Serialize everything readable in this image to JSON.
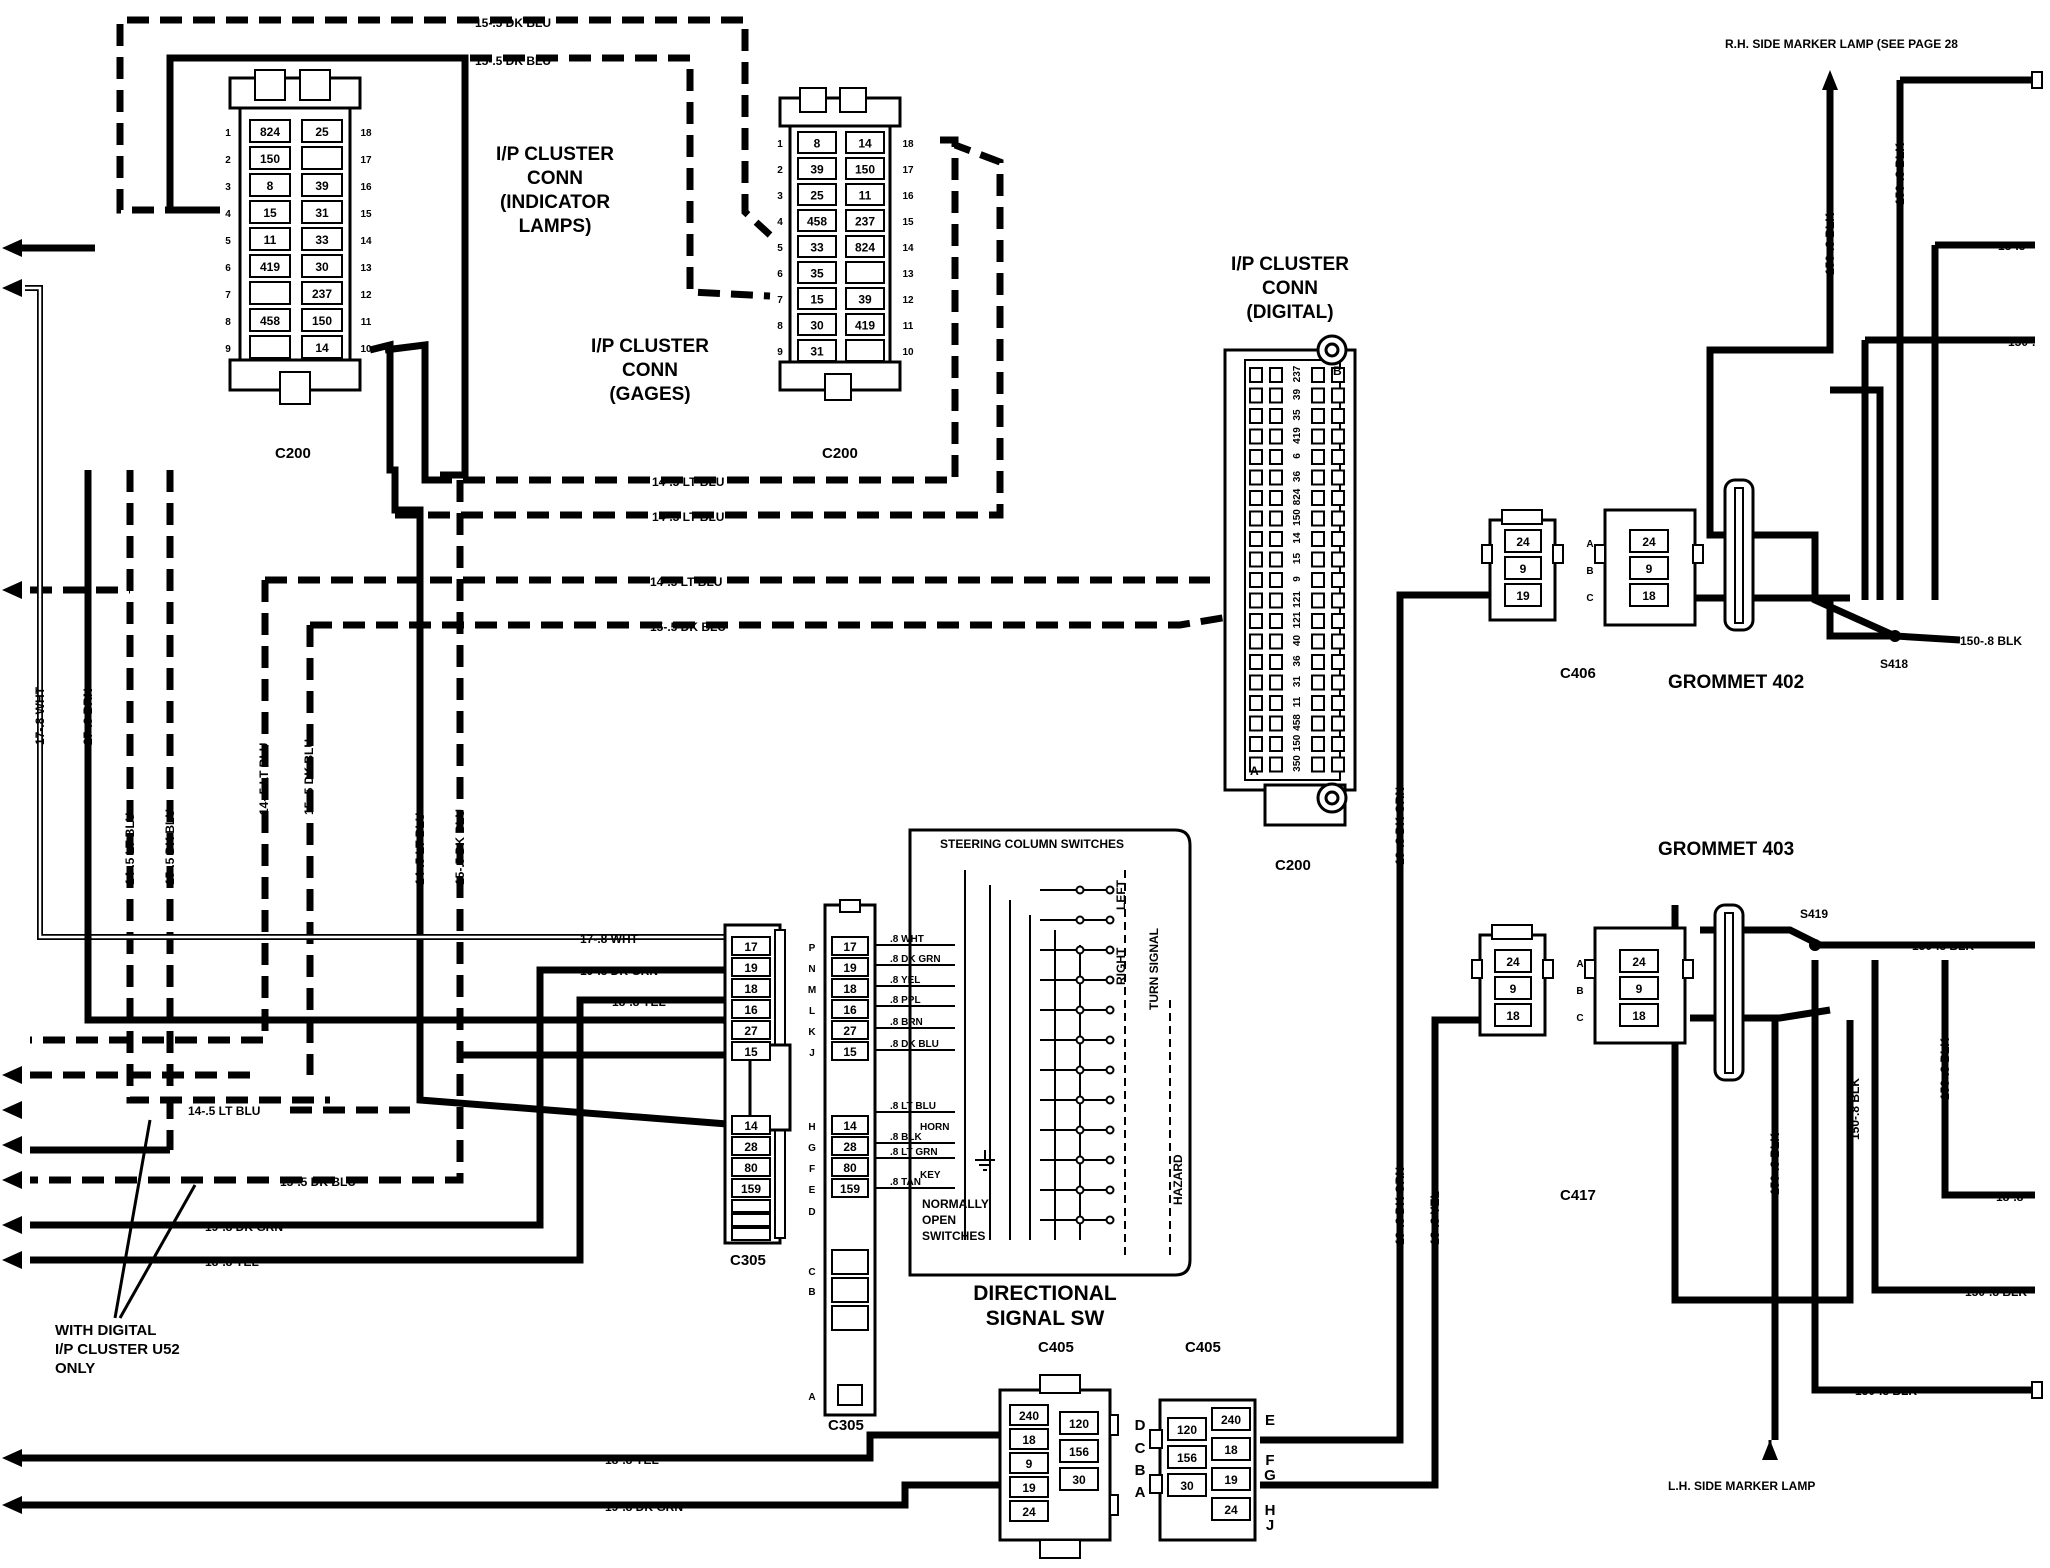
{
  "connectors": {
    "indicator": {
      "title": [
        "I/P CLUSTER",
        "CONN",
        "(INDICATOR",
        "LAMPS)"
      ],
      "ref": "C200",
      "left_pins": [
        "1",
        "2",
        "3",
        "4",
        "5",
        "6",
        "7",
        "8",
        "9"
      ],
      "right_pins": [
        "18",
        "17",
        "16",
        "15",
        "14",
        "13",
        "12",
        "11",
        "10"
      ],
      "left_cav": [
        "824",
        "150",
        "8",
        "15",
        "11",
        "419",
        "",
        "458",
        ""
      ],
      "right_cav": [
        "25",
        "",
        "39",
        "31",
        "33",
        "30",
        "237",
        "150",
        "14"
      ]
    },
    "gages": {
      "title": [
        "I/P CLUSTER",
        "CONN",
        "(GAGES)"
      ],
      "ref": "C200",
      "left_pins": [
        "1",
        "2",
        "3",
        "4",
        "5",
        "6",
        "7",
        "8",
        "9"
      ],
      "right_pins": [
        "18",
        "17",
        "16",
        "15",
        "14",
        "13",
        "12",
        "11",
        "10"
      ],
      "left_cav": [
        "8",
        "39",
        "25",
        "458",
        "33",
        "35",
        "15",
        "30",
        "31"
      ],
      "right_cav": [
        "14",
        "150",
        "11",
        "237",
        "824",
        "",
        "39",
        "419",
        ""
      ]
    },
    "digital": {
      "title": [
        "I/P CLUSTER",
        "CONN",
        "(DIGITAL)"
      ],
      "ref": "C200",
      "edge_a": "A",
      "edge_b": "B",
      "cav": [
        "237",
        "39",
        "35",
        "419",
        "6",
        "36",
        "824",
        "150",
        "14",
        "15",
        "9",
        "121",
        "121",
        "40",
        "36",
        "31",
        "11",
        "458",
        "150",
        "350"
      ]
    },
    "c305_left": {
      "ref": "C305",
      "cav": [
        "17",
        "19",
        "18",
        "16",
        "27",
        "15",
        "14",
        "28",
        "80",
        "159"
      ]
    },
    "c305_right": {
      "ref": "C305",
      "letters": [
        "P",
        "N",
        "M",
        "L",
        "K",
        "J",
        "H",
        "G",
        "F",
        "E",
        "D",
        "C",
        "B",
        "A"
      ],
      "cav": [
        "17",
        "19",
        "18",
        "16",
        "27",
        "15",
        "14",
        "28",
        "80",
        "159"
      ]
    },
    "c406": {
      "ref": "C406",
      "letters": [
        "A",
        "B",
        "C"
      ],
      "cav": [
        "24",
        "9",
        "19"
      ],
      "cav_mate": [
        "24",
        "9",
        "18"
      ]
    },
    "c417": {
      "ref": "C417",
      "letters": [
        "A",
        "B",
        "C"
      ],
      "cav": [
        "24",
        "9",
        "18"
      ],
      "cav_mate": [
        "24",
        "9",
        "18"
      ]
    },
    "c405_left": {
      "ref": "C405",
      "cav_a": [
        "240",
        "18",
        "9",
        "19",
        "24"
      ],
      "cav_b": [
        "120",
        "156",
        "30"
      ]
    },
    "c405_right": {
      "ref": "C405",
      "letters_left": [
        "D",
        "C",
        "B",
        "A"
      ],
      "letters_right": [
        "E",
        "F",
        "G",
        "H",
        "J"
      ],
      "cav_a": [
        "120",
        "156",
        "30"
      ],
      "cav_b": [
        "240",
        "18",
        "19",
        "24"
      ]
    }
  },
  "grommets": {
    "g402": "GROMMET 402",
    "g403": "GROMMET 403"
  },
  "splices": {
    "s418": "S418",
    "s419": "S419"
  },
  "switch": {
    "header": "STEERING COLUMN SWITCHES",
    "left": "LEFT",
    "right": "RIGHT",
    "turn_signal": "TURN SIGNAL",
    "hazard": "HAZARD",
    "horn": "HORN",
    "key": "KEY",
    "normally_open": [
      "NORMALLY",
      "OPEN",
      "SWITCHES"
    ],
    "title": [
      "DIRECTIONAL",
      "SIGNAL SW"
    ],
    "wires": [
      ".8 WHT",
      ".8 DK GRN",
      ".8 YEL",
      ".8 PPL",
      ".8 BRN",
      ".8 DK BLU",
      ".8 LT BLU",
      ".8 BLK",
      ".8 LT GRN",
      ".8 TAN"
    ]
  },
  "wire_labels": {
    "top1": "15-.5 DK BLU",
    "top2": "15-.5 DK BLU",
    "mid1": "14-.5 LT BLU",
    "mid2": "14-.5 LT BLU",
    "dig1": "14-.5 LT BLU",
    "dig2": "15-.5 DK BLU",
    "v_wht": "17-.8 WHT",
    "v_brn": "27-.8 BRN",
    "v_ltblu1": "14-.5 LT BLU",
    "v_dkblu1": "15-.5 DK BLU",
    "v_ltblu2": "14-.5 LT BLU",
    "v_dkblu2": "15-.5 DK BLU",
    "v_ltblu3": "14-.5 LT BLU",
    "v_dkblu3": "15-.5 DK BLU",
    "h_wht": "17-.8 WHT",
    "h_dkgrn": "19-.8 DK GRN",
    "h_yel": "18-.8 YEL",
    "b_ltblu": "14-.5 LT BLU",
    "b_dkblu": "15-.5 DK BLU",
    "b_dkgrn": "19-.8 DK GRN",
    "b_yel": "18-.8 YEL",
    "bot_yel": "18-.8 YEL",
    "bot_dkgrn": "19-.8 DK GRN",
    "v_dkgrn_up": "19-.8 DK GRN",
    "v_dkgrn_dn": "19-.8 DK GRN",
    "v_yel_dn": "18-.8 YEL",
    "rh_marker": "R.H. SIDE MARKER LAMP (SEE PAGE 28",
    "lh_marker": "L.H. SIDE MARKER LAMP",
    "blk1": "150-.8 BLK",
    "blk2": "150-.8 BLK",
    "blk3": "150-.8 BLK",
    "blk4": "150-.8 BLK",
    "blk5": "150-.8 BLK",
    "blk6": "150-.8 BLK",
    "blk7": "150-.8 BLK",
    "blk8": "150-.8 BLK",
    "blk9": "150-.8 BLK",
    "r_18a": "18-.8",
    "r_150a": "150-.",
    "r_18b": "18-.8"
  },
  "note": [
    "WITH DIGITAL",
    "I/P CLUSTER U52",
    "ONLY"
  ]
}
